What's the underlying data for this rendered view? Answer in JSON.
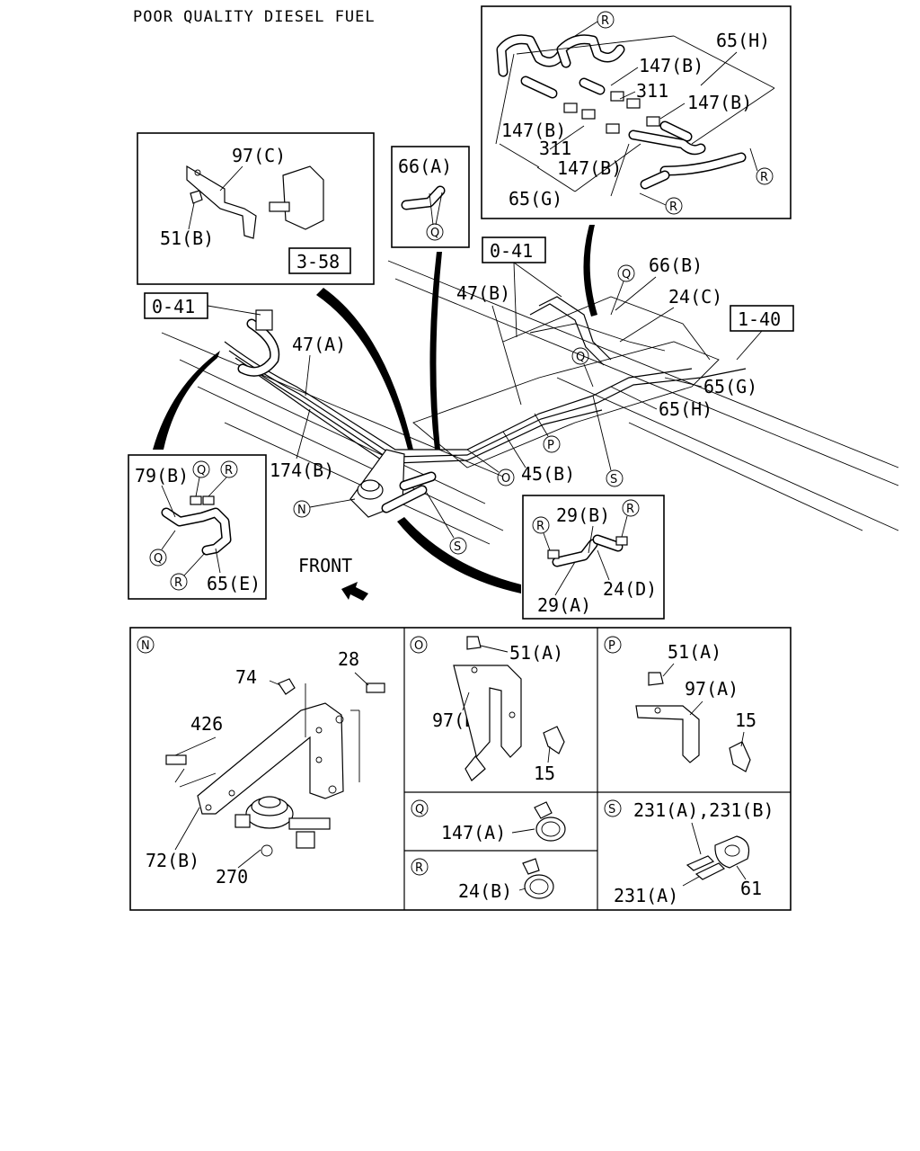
{
  "title": "POOR QUALITY DIESEL FUEL",
  "direction_label": "FRONT",
  "ref_boxes": {
    "r1": "3-58",
    "r2": "0-41",
    "r3": "0-41",
    "r4": "1-40"
  },
  "callouts": {
    "N": "N",
    "O": "O",
    "P": "P",
    "Q": "Q",
    "R": "R",
    "S": "S"
  },
  "labels": {
    "p97C": "97(C)",
    "p51B": "51(B)",
    "p66A": "66(A)",
    "p65H_top": "65(H)",
    "p147B_1": "147(B)",
    "p311_1": "311",
    "p147B_2": "147(B)",
    "p147B_3": "147(B)",
    "p311_2": "311",
    "p147B_4": "147(B)",
    "p65G_top": "65(G)",
    "p47A": "47(A)",
    "p174B": "174(B)",
    "p47B": "47(B)",
    "p66B": "66(B)",
    "p24C": "24(C)",
    "p65G_main": "65(G)",
    "p65H_main": "65(H)",
    "p45B": "45(B)",
    "p79B": "79(B)",
    "p65E": "65(E)",
    "p29B": "29(B)",
    "p29A": "29(A)",
    "p24D": "24(D)",
    "n28": "28",
    "n74": "74",
    "n426": "426",
    "n72B": "72(B)",
    "n270": "270",
    "o51A": "51(A)",
    "o97B": "97(B)",
    "o15": "15",
    "pp51A": "51(A)",
    "pp97A": "97(A)",
    "pp15": "15",
    "q147A": "147(A)",
    "r24B": "24(B)",
    "s231AB": "231(A),231(B)",
    "s231A": "231(A)",
    "s61": "61"
  }
}
